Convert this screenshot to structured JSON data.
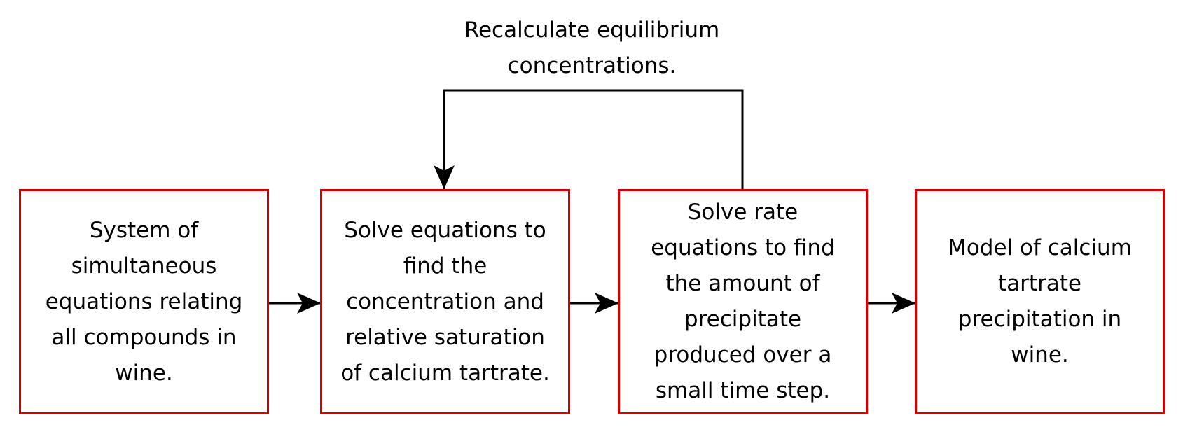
{
  "diagram": {
    "type": "flowchart",
    "boxes": [
      {
        "id": "system",
        "text": "System of simultaneous equations relating all compounds in wine.",
        "lines": [
          "System of",
          "simultaneous",
          "equations relating",
          "all compounds in",
          "wine."
        ]
      },
      {
        "id": "solve-equations",
        "text": "Solve equations to find the concentration and relative saturation of calcium tartrate.",
        "lines": [
          "Solve equations to",
          "find the",
          "concentration and",
          "relative saturation",
          "of calcium tartrate."
        ]
      },
      {
        "id": "solve-rate",
        "text": "Solve rate equations to find the amount of precipitate produced over a small time step.",
        "lines": [
          "Solve rate",
          "equations to find",
          "the amount of",
          "precipitate",
          "produced over a",
          "small time step."
        ]
      },
      {
        "id": "model",
        "text": "Model of calcium tartrate precipitation in wine.",
        "lines": [
          "Model of calcium",
          "tartrate",
          "precipitation in",
          "wine."
        ]
      }
    ],
    "loop_label": {
      "lines": [
        "Recalculate equilibrium",
        "concentrations."
      ]
    },
    "edges": [
      {
        "from": "system",
        "to": "solve-equations"
      },
      {
        "from": "solve-equations",
        "to": "solve-rate"
      },
      {
        "from": "solve-rate",
        "to": "model"
      },
      {
        "from": "solve-rate",
        "to": "solve-equations",
        "label": "Recalculate equilibrium concentrations."
      }
    ],
    "colors": {
      "box_border": "#d20000",
      "arrow": "#000000",
      "text": "#000000"
    }
  }
}
